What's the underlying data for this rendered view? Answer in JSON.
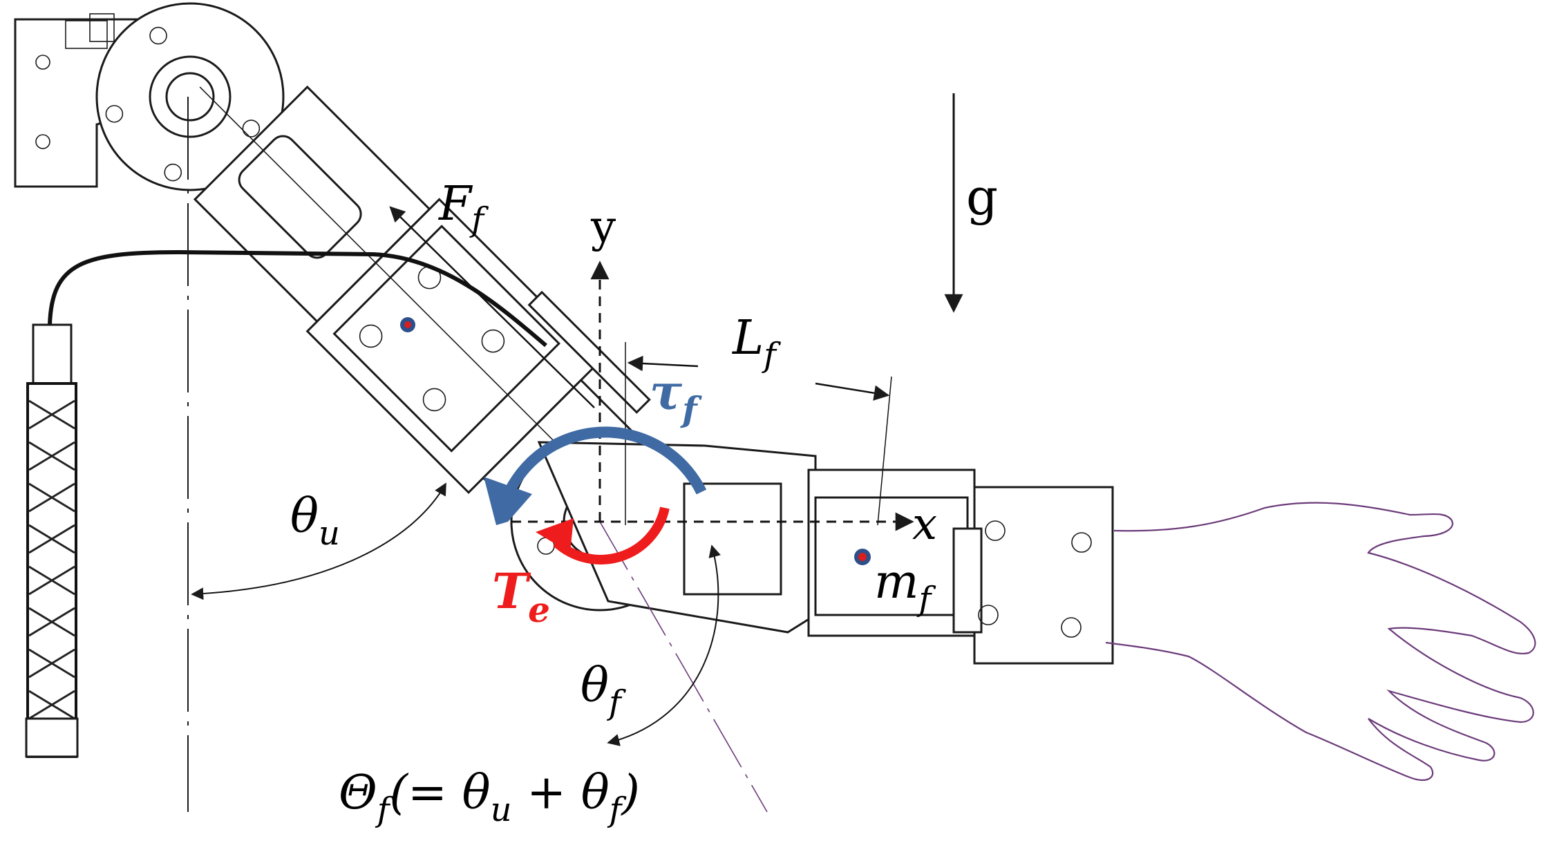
{
  "labels": {
    "force": "F",
    "force_sub": "f",
    "axis_y": "y",
    "axis_x": "x",
    "gravity": "g",
    "length": "L",
    "length_sub": "f",
    "torque_f": "τ",
    "torque_f_sub": "f",
    "torque_e": "T",
    "torque_e_sub": "e",
    "mass": "m",
    "mass_sub": "f",
    "theta_u": "θ",
    "theta_u_sub": "u",
    "theta_f": "θ",
    "theta_f_sub": "f",
    "total_angle": "Θ",
    "total_angle_sub": "f",
    "total_angle_open": "(= θ",
    "total_angle_sub2": "u",
    "total_angle_plus": " + θ",
    "total_angle_sub3": "f",
    "total_angle_close": ")"
  },
  "colors": {
    "torque_f": "#3f6aa3",
    "torque_e": "#ee1c1c",
    "mass_dot": "#d81e1e",
    "mass_ring": "#2d4f8a",
    "hand_outline": "#6b3a7a",
    "line": "#1a1a1a"
  }
}
